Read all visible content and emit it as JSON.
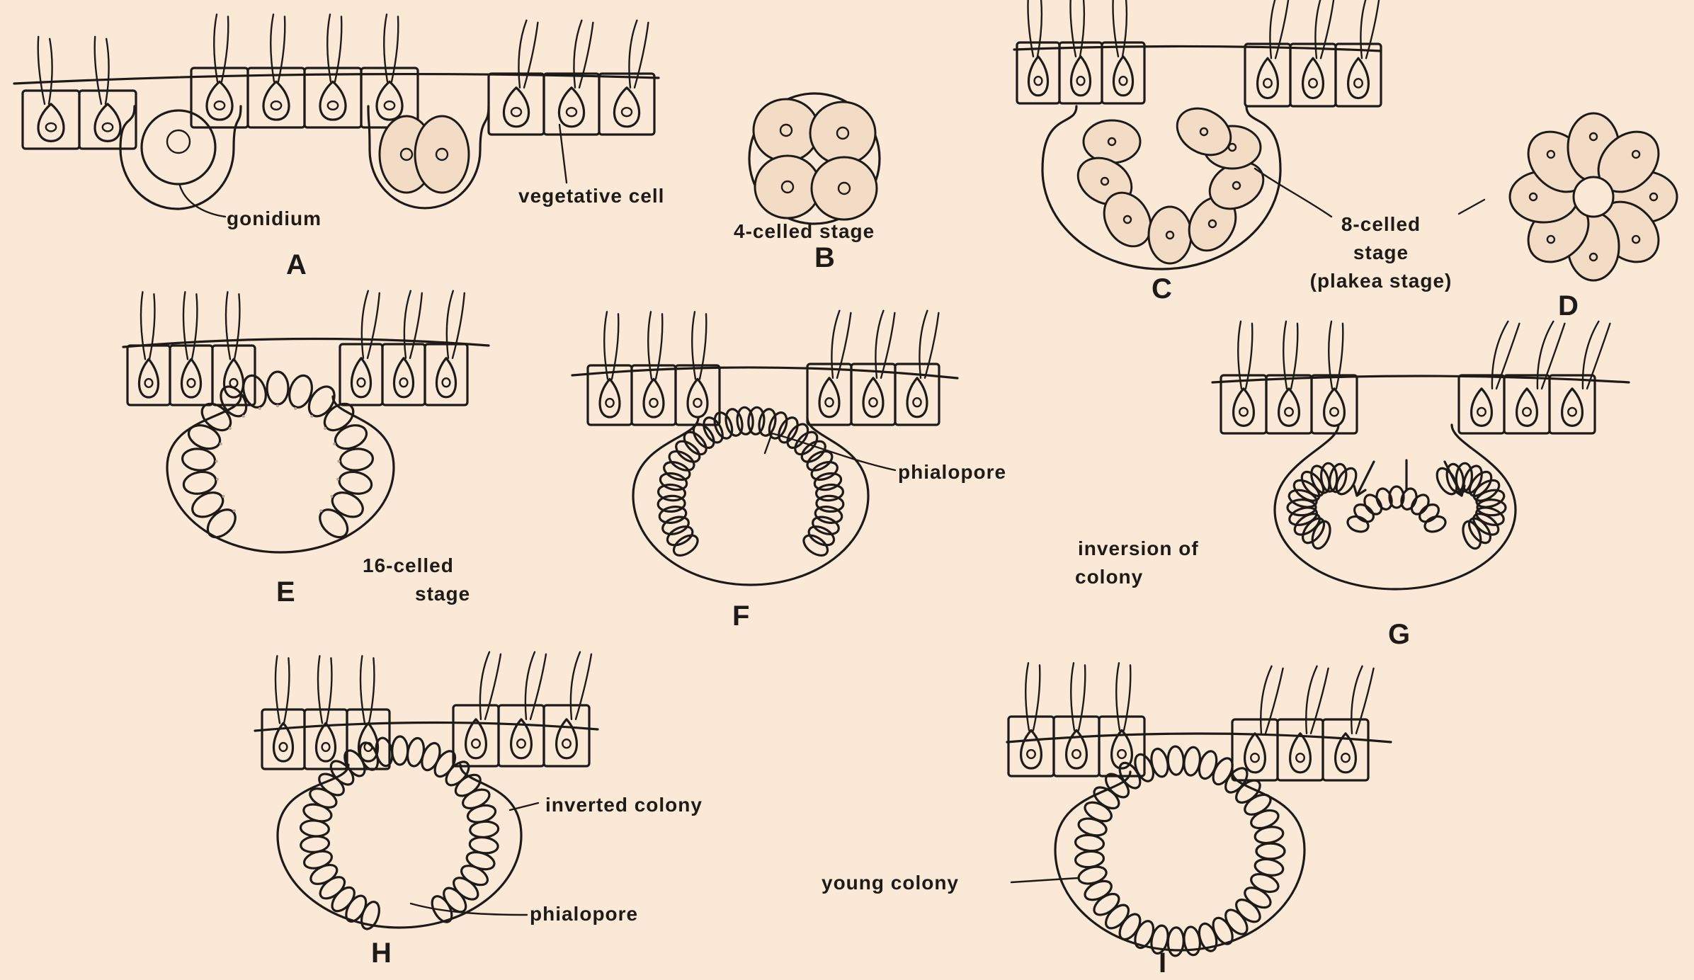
{
  "labels": {
    "gonidium": "gonidium",
    "vegetative_cell": "vegetative cell",
    "four_celled": "4-celled stage",
    "eight_celled_1": "8-celled",
    "eight_celled_2": "stage",
    "eight_celled_3": "(plakea stage)",
    "sixteen_1": "16-celled",
    "sixteen_2": "stage",
    "phialopore_f": "phialopore",
    "inversion_1": "inversion of",
    "inversion_2": "colony",
    "inverted_colony": "inverted colony",
    "phialopore_h": "phialopore",
    "young_colony": "young colony"
  },
  "panels": {
    "a": "A",
    "b": "B",
    "c": "C",
    "d": "D",
    "e": "E",
    "f": "F",
    "g": "G",
    "h": "H",
    "i": "I"
  },
  "colors": {
    "background": "#fbe9d7",
    "ink": "#1e1a17"
  }
}
